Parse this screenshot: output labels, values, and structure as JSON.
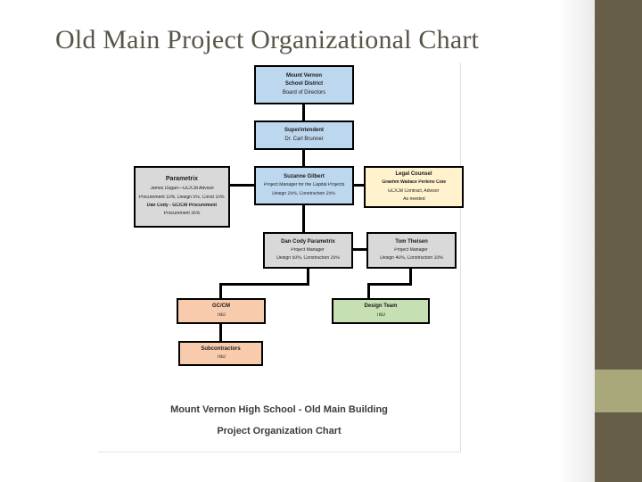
{
  "slide": {
    "title": "Old Main Project Organizational Chart",
    "caption_line1": "Mount Vernon High School - Old Main Building",
    "caption_line2": "Project Organization Chart"
  },
  "colors": {
    "title_text": "#5a5548",
    "sidebar": "#665e46",
    "sidebar_accent": "#a9a87a",
    "box_blue": "#bdd7ee",
    "box_gray": "#d9d9d9",
    "box_cream": "#fff2cc",
    "box_salmon": "#f8cbad",
    "box_green": "#c6e0b4",
    "connector": "#000000"
  },
  "org_chart": {
    "board": {
      "line1": "Mount Vernon",
      "line2": "School District",
      "line3": "Board of Directors"
    },
    "superintendent": {
      "line1": "Superintendent",
      "line2": "Dr. Carl Brunner"
    },
    "parametrix": {
      "line1": "Parametrix",
      "line2": "James Dugan—GC/CM Advisor",
      "line3": "Procurement 10%, Design 5%, Const 10%",
      "line4": "Dan Cody - GC/CM Procurement",
      "line5": "Procurement 35%"
    },
    "suzanne": {
      "line1": "Suzanne Gilbert",
      "line2": "Project Manager for the Capital Projects",
      "line3": "Design 25%, Construction 25%"
    },
    "legal": {
      "line1": "Legal Counsel",
      "line2": "Graehm Wallace Perkins Coie",
      "line3": "GC/CM Contract, Advisor",
      "line4": "As needed"
    },
    "dan_cody": {
      "line1": "Dan Cody Parametrix",
      "line2": "Project Manager",
      "line3": "Design 50%, Construction 25%"
    },
    "tom_theisen": {
      "line1": "Tom Theisen",
      "line2": "Project Manager",
      "line3": "Design 40%, Construction 10%"
    },
    "gccm": {
      "line1": "GC/CM",
      "line2": "TBD"
    },
    "design_team": {
      "line1": "Design Team",
      "line2": "TBD"
    },
    "subcontractors": {
      "line1": "Subcontractors",
      "line2": "TBD"
    }
  }
}
